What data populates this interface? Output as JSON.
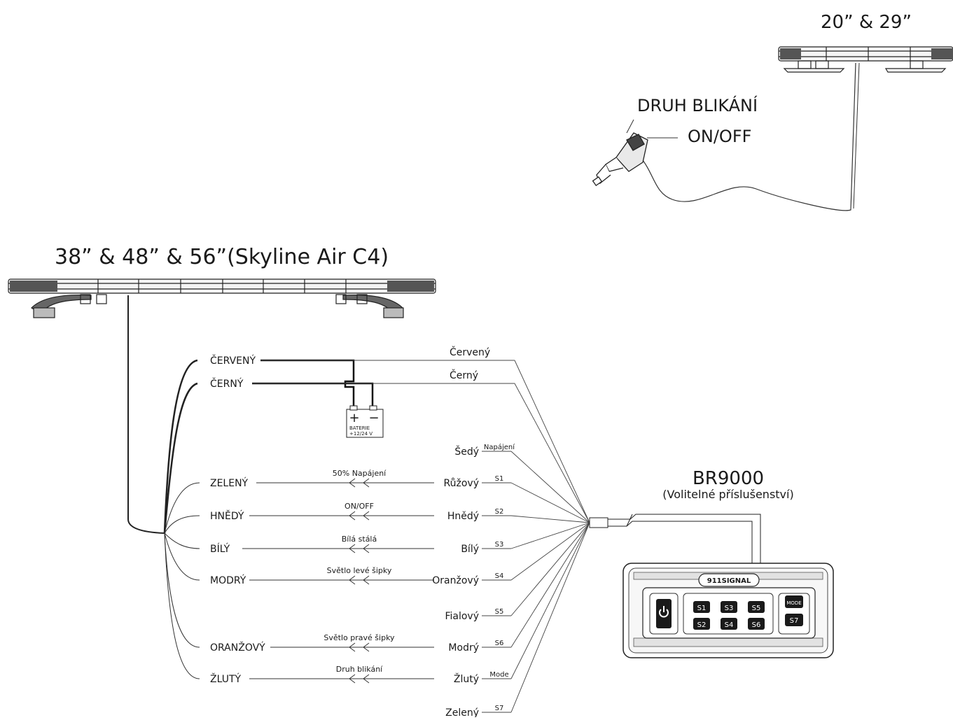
{
  "titles": {
    "small_bar": "20” & 29”",
    "large_bar": "38” & 48” & 56”(Skyline Air C4)",
    "controller": "BR9000",
    "controller_sub": "(Volitelné příslušenství)"
  },
  "plug_labels": {
    "mode": "DRUH BLIKÁNÍ",
    "power": "ON/OFF"
  },
  "battery": {
    "plus": "+",
    "minus": "−",
    "label": "BATERIE",
    "voltage": "+12/24 V"
  },
  "left_wires": [
    {
      "label": "ČERVENÝ"
    },
    {
      "label": "ČERNÝ"
    },
    {
      "label": "ZELENÝ",
      "function": "50% Napájení"
    },
    {
      "label": "HNĚDÝ",
      "function": "ON/OFF"
    },
    {
      "label": "BÍLÝ",
      "function": "Bílá stálá"
    },
    {
      "label": "MODRÝ",
      "function": "Světlo levé šipky"
    },
    {
      "label": "ORANŽOVÝ",
      "function": "Světlo pravé šipky"
    },
    {
      "label": "ŽLUTÝ",
      "function": "Druh blikání"
    }
  ],
  "right_wires": [
    {
      "label": "Červený",
      "tag": ""
    },
    {
      "label": "Černý",
      "tag": ""
    },
    {
      "label": "Šedý",
      "tag": "Napájení"
    },
    {
      "label": "Růžový",
      "tag": "S1"
    },
    {
      "label": "Hnědý",
      "tag": "S2"
    },
    {
      "label": "Bílý",
      "tag": "S3"
    },
    {
      "label": "Oranžový",
      "tag": "S4"
    },
    {
      "label": "Fialový",
      "tag": "S5"
    },
    {
      "label": "Modrý",
      "tag": "S6"
    },
    {
      "label": "Žlutý",
      "tag": "Mode"
    },
    {
      "label": "Zelený",
      "tag": "S7"
    }
  ],
  "controller_panel": {
    "brand": "911SIGNAL",
    "power_icon": "power-icon",
    "buttons": [
      "S1",
      "S3",
      "S5",
      "S2",
      "S4",
      "S6"
    ],
    "mode_button": "MODE",
    "s7_button": "S7"
  }
}
